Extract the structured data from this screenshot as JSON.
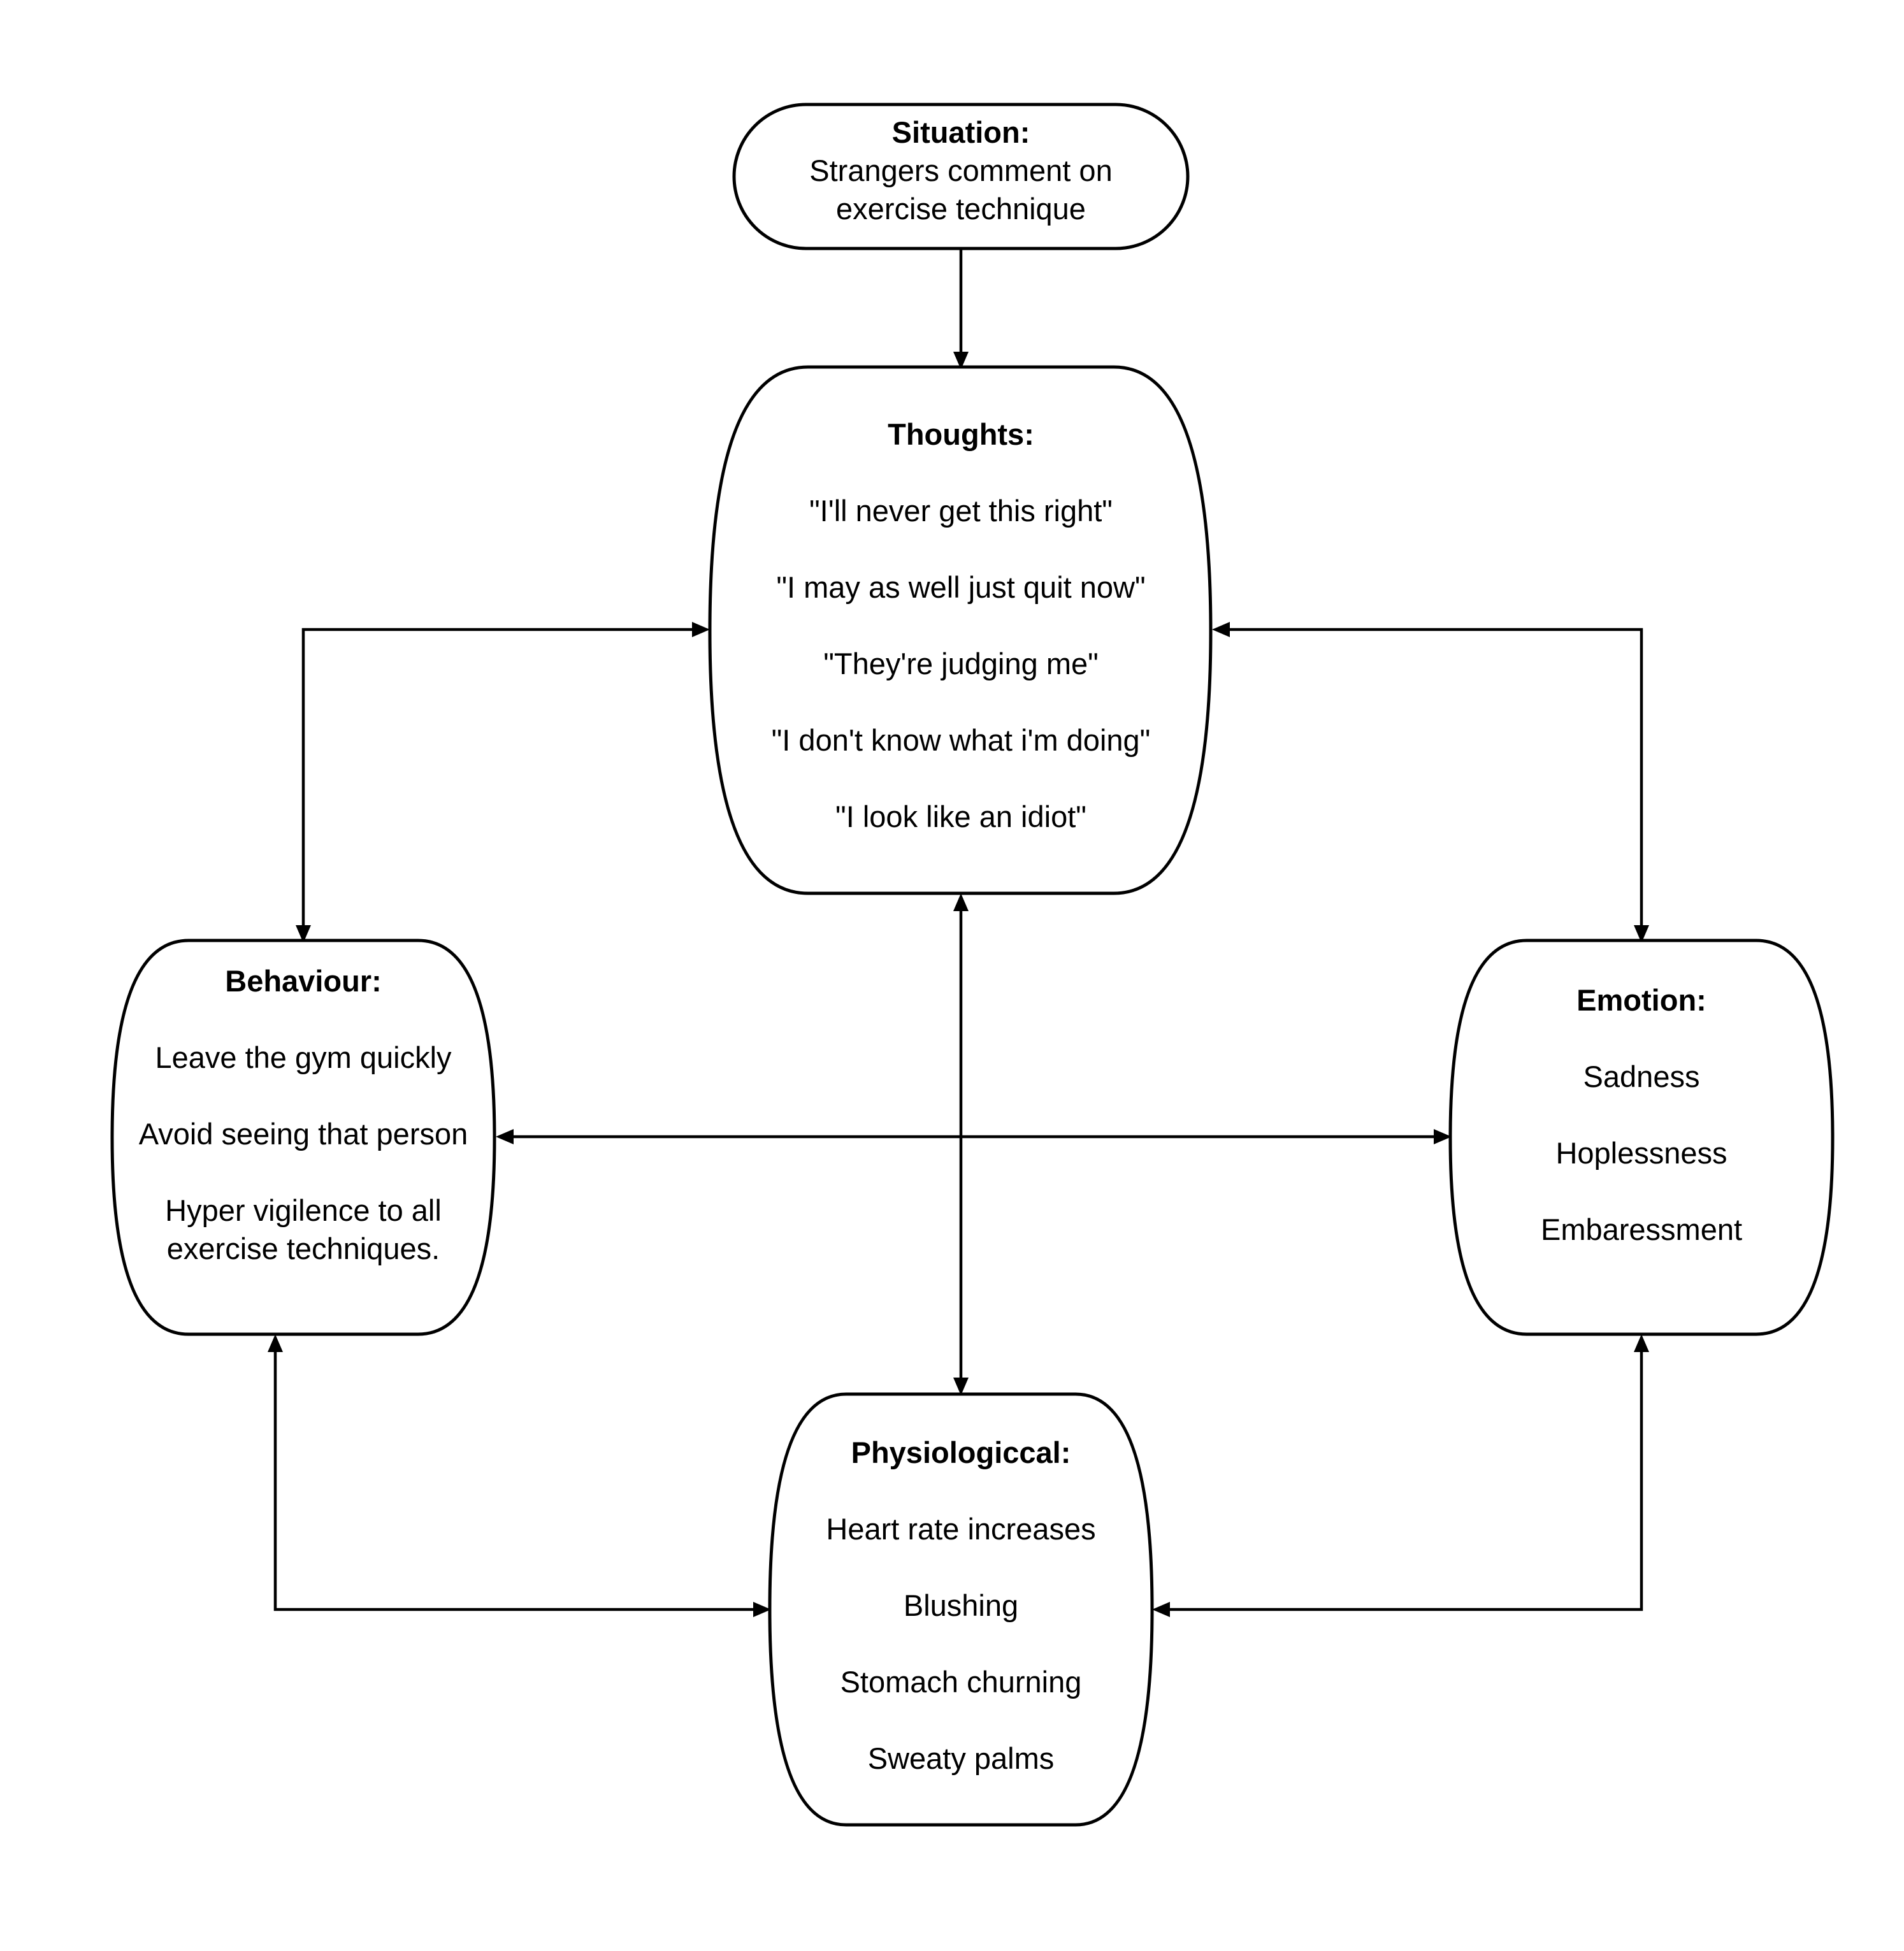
{
  "situation": {
    "heading": "Situation:",
    "lines": [
      "Strangers comment on",
      "exercise technique"
    ]
  },
  "thoughts": {
    "heading": "Thoughts:",
    "lines": [
      "\"I'll never get this right\"",
      "\"I may as well just quit now\"",
      "\"They're judging me\"",
      "\"I don't know what i'm doing\"",
      "\"I look like an idiot\""
    ]
  },
  "behaviour": {
    "heading": "Behaviour:",
    "lines": [
      "Leave the gym quickly",
      "Avoid seeing that person",
      "Hyper vigilence to all",
      "exercise techniques."
    ]
  },
  "emotion": {
    "heading": "Emotion:",
    "lines": [
      "Sadness",
      "Hoplessness",
      "Embaressment"
    ]
  },
  "physiological": {
    "heading": "Physiologiccal:",
    "lines": [
      "Heart rate increases",
      "Blushing",
      "Stomach churning",
      "Sweaty palms"
    ]
  }
}
